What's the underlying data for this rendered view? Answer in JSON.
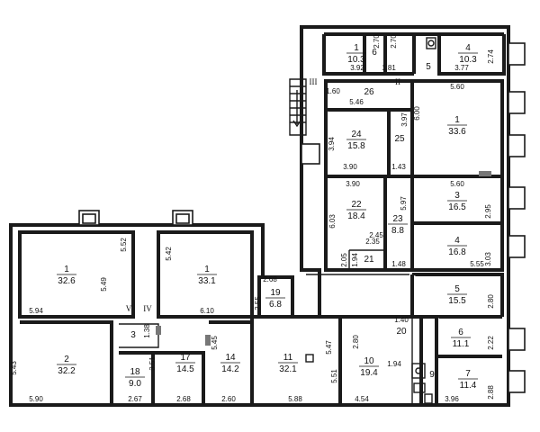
{
  "rooms": [
    {
      "id": "r-top-1",
      "num": "1",
      "area": "10.3"
    },
    {
      "id": "r-top-6",
      "num": "6",
      "area": ""
    },
    {
      "id": "r-top-5",
      "num": "5",
      "area": ""
    },
    {
      "id": "r-top-4",
      "num": "4",
      "area": "10.3"
    },
    {
      "id": "r-26",
      "num": "26",
      "area": ""
    },
    {
      "id": "r-big-1",
      "num": "1",
      "area": "33.6"
    },
    {
      "id": "r-24",
      "num": "24",
      "area": "15.8"
    },
    {
      "id": "r-25",
      "num": "25",
      "area": ""
    },
    {
      "id": "r-22",
      "num": "22",
      "area": "18.4"
    },
    {
      "id": "r-23",
      "num": "23",
      "area": "8.8"
    },
    {
      "id": "r-21",
      "num": "21",
      "area": ""
    },
    {
      "id": "r-3",
      "num": "3",
      "area": "16.5"
    },
    {
      "id": "r-4",
      "num": "4",
      "area": "16.8"
    },
    {
      "id": "r-5",
      "num": "5",
      "area": "15.5"
    },
    {
      "id": "r-6",
      "num": "6",
      "area": "11.1"
    },
    {
      "id": "r-7",
      "num": "7",
      "area": "11.4"
    },
    {
      "id": "r-20",
      "num": "20",
      "area": ""
    },
    {
      "id": "r-10",
      "num": "10",
      "area": "19.4"
    },
    {
      "id": "r-9",
      "num": "9",
      "area": ""
    },
    {
      "id": "r-11",
      "num": "11",
      "area": "32.1"
    },
    {
      "id": "r-19",
      "num": "19",
      "area": "6.8"
    },
    {
      "id": "r-14",
      "num": "14",
      "area": "14.2"
    },
    {
      "id": "r-17",
      "num": "17",
      "area": "14.5"
    },
    {
      "id": "r-18",
      "num": "18",
      "area": "9.0"
    },
    {
      "id": "r-left-1",
      "num": "1",
      "area": "32.6"
    },
    {
      "id": "r-mid-1",
      "num": "1",
      "area": "33.1"
    },
    {
      "id": "r-2",
      "num": "2",
      "area": "32.2"
    },
    {
      "id": "r-3b",
      "num": "3",
      "area": ""
    }
  ],
  "dimensions": [
    "2.70",
    "2.70",
    "2.74",
    "3.92",
    "1.81",
    "3.77",
    "5.60",
    "1.60",
    "5.46",
    "3.97",
    "6.00",
    "3.94",
    "3.90",
    "1.43",
    "3.90",
    "5.60",
    "5.97",
    "6.03",
    "2.95",
    "2.45",
    "2.35",
    "2.05",
    "1.94",
    "1.48",
    "3.03",
    "5.55",
    "2.68",
    "2.55",
    "2.80",
    "5.52",
    "5.49",
    "5.42",
    "5.94",
    "6.10",
    "1.40",
    "2.22",
    "1.38",
    "5.45",
    "5.43",
    "3.51",
    "5.47",
    "2.80",
    "5.51",
    "1.94",
    "2.88",
    "5.90",
    "2.67",
    "2.68",
    "2.60",
    "5.88",
    "4.54",
    "3.96"
  ],
  "marks": [
    "III",
    "II",
    "V",
    "IV"
  ]
}
